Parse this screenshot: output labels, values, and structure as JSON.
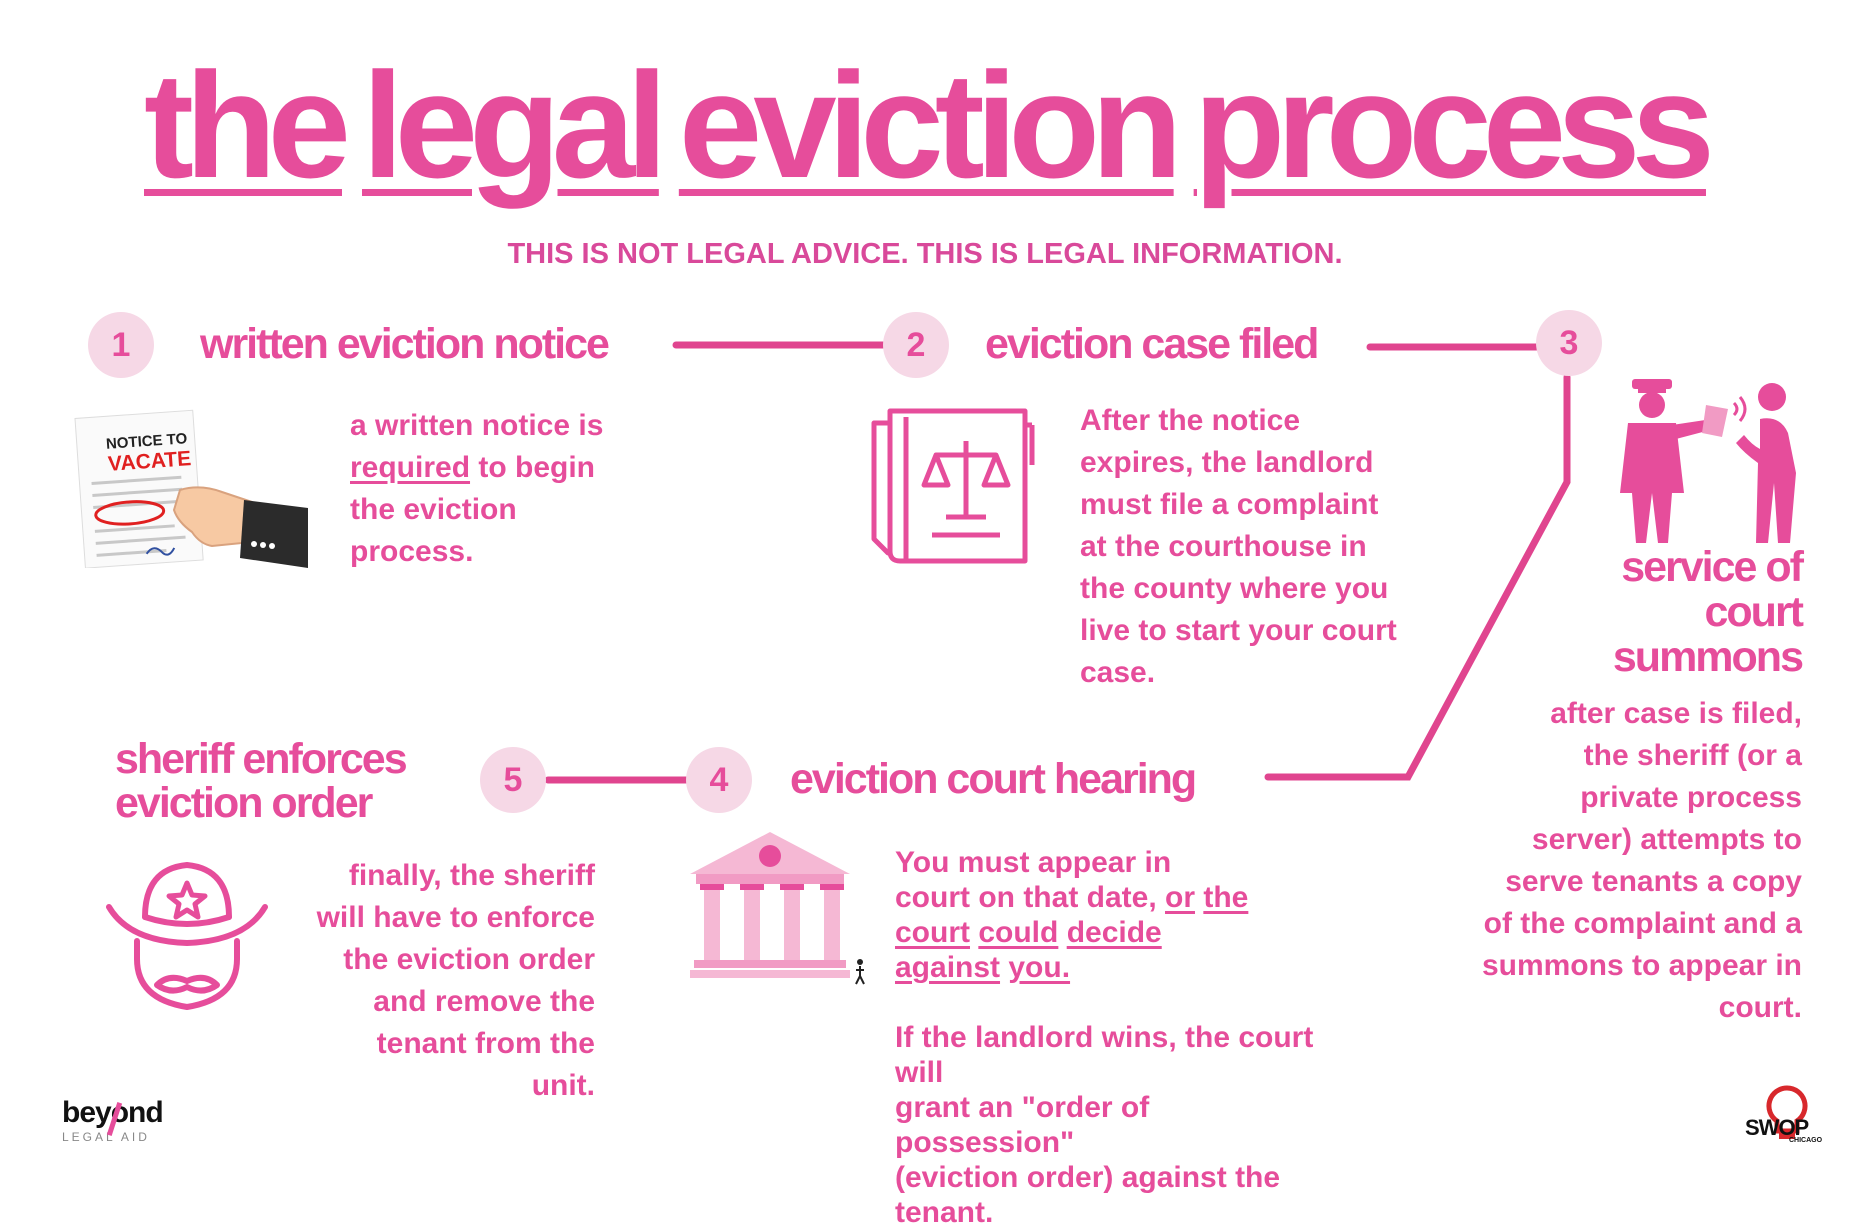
{
  "title": {
    "w1": "the",
    "w2": "legal",
    "w3": "eviction",
    "w4": "process"
  },
  "subtitle": "THIS IS NOT LEGAL ADVICE. THIS IS LEGAL INFORMATION.",
  "steps": [
    {
      "number": "1",
      "heading": "written eviction notice",
      "text": {
        "a": "a written notice is",
        "b": "required",
        "c": " to begin",
        "d": "the eviction",
        "e": "process."
      }
    },
    {
      "number": "2",
      "heading": "eviction case filed",
      "lines": [
        "After the notice",
        "expires, the landlord",
        "must file a complaint",
        "at the courthouse in",
        "the county where you",
        "live to start your court",
        "case."
      ]
    },
    {
      "number": "3",
      "heading": {
        "l1": "service of",
        "l2": "court",
        "l3": "summons"
      },
      "lines": [
        "after case is filed,",
        "the sheriff (or a",
        "private process",
        "server) attempts to",
        "serve tenants a copy",
        "of the complaint and a",
        "summons to appear in",
        "court."
      ]
    },
    {
      "number": "4",
      "heading": "eviction court hearing",
      "text": {
        "a": "You must appear in",
        "b": "court on that date, ",
        "c": "or",
        "d": "the",
        "e": "court",
        "f": "could",
        "g": "decide",
        "h": "against",
        "i": "you.",
        "p2": [
          "If the landlord wins, the court will",
          "grant an \"order of possession\"",
          "(eviction order) against the tenant."
        ]
      }
    },
    {
      "number": "5",
      "heading": {
        "l1": "sheriff enforces",
        "l2": "eviction order"
      },
      "lines": [
        "finally, the sheriff",
        "will have to enforce",
        "the eviction order",
        "and remove the",
        "tenant from the",
        "unit."
      ]
    }
  ],
  "notice_image": {
    "l1": "NOTICE TO",
    "l2": "VACATE"
  },
  "logos": {
    "beyond": {
      "main": "beyond",
      "sub": "LEGAL AID"
    },
    "swop": {
      "main": "SWOP",
      "sub": "CHICAGO"
    }
  },
  "colors": {
    "accent": "#e64d9b",
    "badge_bg": "#f6d8e6",
    "connector": "#e0458f"
  },
  "icons": [
    "notice-to-vacate-icon",
    "law-book-icon",
    "server-serving-papers-icon",
    "courthouse-icon",
    "sheriff-hat-icon"
  ]
}
